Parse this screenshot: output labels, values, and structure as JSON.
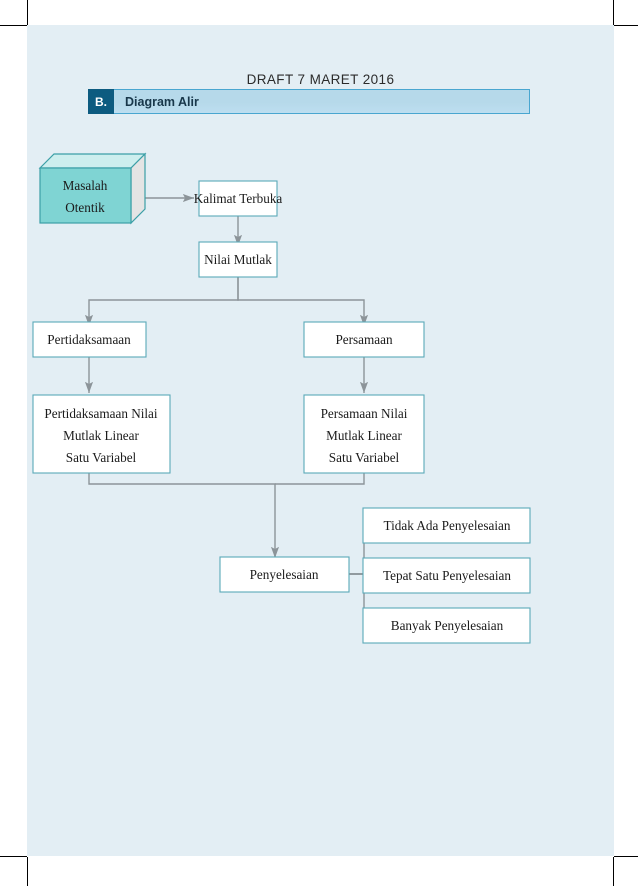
{
  "page": {
    "draft_title": "DRAFT 7 MARET 2016",
    "background_color": "#e3eef4",
    "paper_color": "#ffffff"
  },
  "section": {
    "letter": "B.",
    "title": "Diagram Alir",
    "letter_bg": "#0d5b80",
    "bar_bg": "#b6d9ea",
    "bar_border": "#49a6d0"
  },
  "diagram": {
    "type": "flowchart",
    "box_border_color": "#5aa9b8",
    "box_fill": "#ffffff",
    "connector_color": "#8c9499",
    "cube": {
      "label_line1": "Masalah",
      "label_line2": "Otentik",
      "front_fill": "#7fd4d3",
      "top_fill": "#cdeeee",
      "side_fill": "#e2e2e2",
      "stroke": "#3b9fa6"
    },
    "nodes": [
      {
        "id": "masalah-otentik",
        "label": "Masalah Otentik",
        "shape": "cube"
      },
      {
        "id": "kalimat-terbuka",
        "label": "Kalimat Terbuka",
        "shape": "rect"
      },
      {
        "id": "nilai-mutlak",
        "label": "Nilai Mutlak",
        "shape": "rect"
      },
      {
        "id": "pertidaksamaan",
        "label": "Pertidaksamaan",
        "shape": "rect"
      },
      {
        "id": "persamaan",
        "label": "Persamaan",
        "shape": "rect"
      },
      {
        "id": "pertidaksamaan-nilai",
        "label": "Pertidaksamaan Nilai Mutlak Linear Satu Variabel",
        "shape": "rect",
        "lines": [
          "Pertidaksamaan Nilai",
          "Mutlak Linear",
          "Satu Variabel"
        ]
      },
      {
        "id": "persamaan-nilai",
        "label": "Persamaan Nilai Mutlak Linear Satu Variabel",
        "shape": "rect",
        "lines": [
          "Persamaan Nilai",
          "Mutlak Linear",
          "Satu Variabel"
        ]
      },
      {
        "id": "penyelesaian",
        "label": "Penyelesaian",
        "shape": "rect"
      },
      {
        "id": "tidak-ada-penyelesaian",
        "label": "Tidak Ada Penyelesaian",
        "shape": "rect"
      },
      {
        "id": "tepat-satu-penyelesaian",
        "label": "Tepat Satu Penyelesaian",
        "shape": "rect"
      },
      {
        "id": "banyak-penyelesaian",
        "label": "Banyak Penyelesaian",
        "shape": "rect"
      }
    ],
    "edges": [
      {
        "from": "masalah-otentik",
        "to": "kalimat-terbuka"
      },
      {
        "from": "kalimat-terbuka",
        "to": "nilai-mutlak"
      },
      {
        "from": "nilai-mutlak",
        "to": "pertidaksamaan"
      },
      {
        "from": "nilai-mutlak",
        "to": "persamaan"
      },
      {
        "from": "pertidaksamaan",
        "to": "pertidaksamaan-nilai"
      },
      {
        "from": "persamaan",
        "to": "persamaan-nilai"
      },
      {
        "from": "pertidaksamaan-nilai",
        "to": "penyelesaian"
      },
      {
        "from": "persamaan-nilai",
        "to": "penyelesaian"
      },
      {
        "from": "penyelesaian",
        "to": "tidak-ada-penyelesaian"
      },
      {
        "from": "penyelesaian",
        "to": "tepat-satu-penyelesaian"
      },
      {
        "from": "penyelesaian",
        "to": "banyak-penyelesaian"
      }
    ]
  },
  "labels": {
    "masalah_l1": "Masalah",
    "masalah_l2": "Otentik",
    "kalimat_terbuka": "Kalimat Terbuka",
    "nilai_mutlak": "Nilai Mutlak",
    "pertidaksamaan": "Pertidaksamaan",
    "persamaan": "Persamaan",
    "pnm_l1": "Pertidaksamaan Nilai",
    "pnm_l2": "Mutlak Linear",
    "pnm_l3": "Satu Variabel",
    "pm_l1": "Persamaan Nilai",
    "pm_l2": "Mutlak Linear",
    "pm_l3": "Satu Variabel",
    "penyelesaian": "Penyelesaian",
    "tidak_ada": "Tidak Ada Penyelesaian",
    "tepat_satu": "Tepat Satu Penyelesaian",
    "banyak": "Banyak Penyelesaian"
  }
}
